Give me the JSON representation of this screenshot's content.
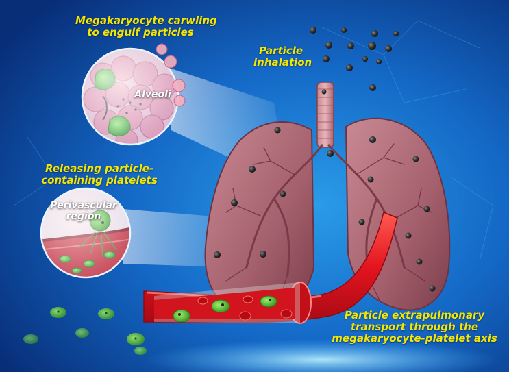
{
  "labels": {
    "megakaryocyte": [
      "Megakaryocyte carwling",
      "to engulf particles"
    ],
    "inhalation": [
      "Particle",
      "inhalation"
    ],
    "releasing": [
      "Releasing particle-",
      "containing platelets"
    ],
    "transport": [
      "Particle extrapulmonary",
      "transport through the",
      "megakaryocyte-platelet axis"
    ]
  },
  "inset_labels": {
    "alveoli": "Alveoli",
    "perivascular": [
      "Perivascular",
      "region"
    ]
  },
  "colors": {
    "background": "#0a3d8c",
    "label_text": "#f4e600",
    "lung": "#b06a78",
    "vessel": "#e0202a",
    "cell": "#5fc23a",
    "particle": "#3a3a3a"
  }
}
